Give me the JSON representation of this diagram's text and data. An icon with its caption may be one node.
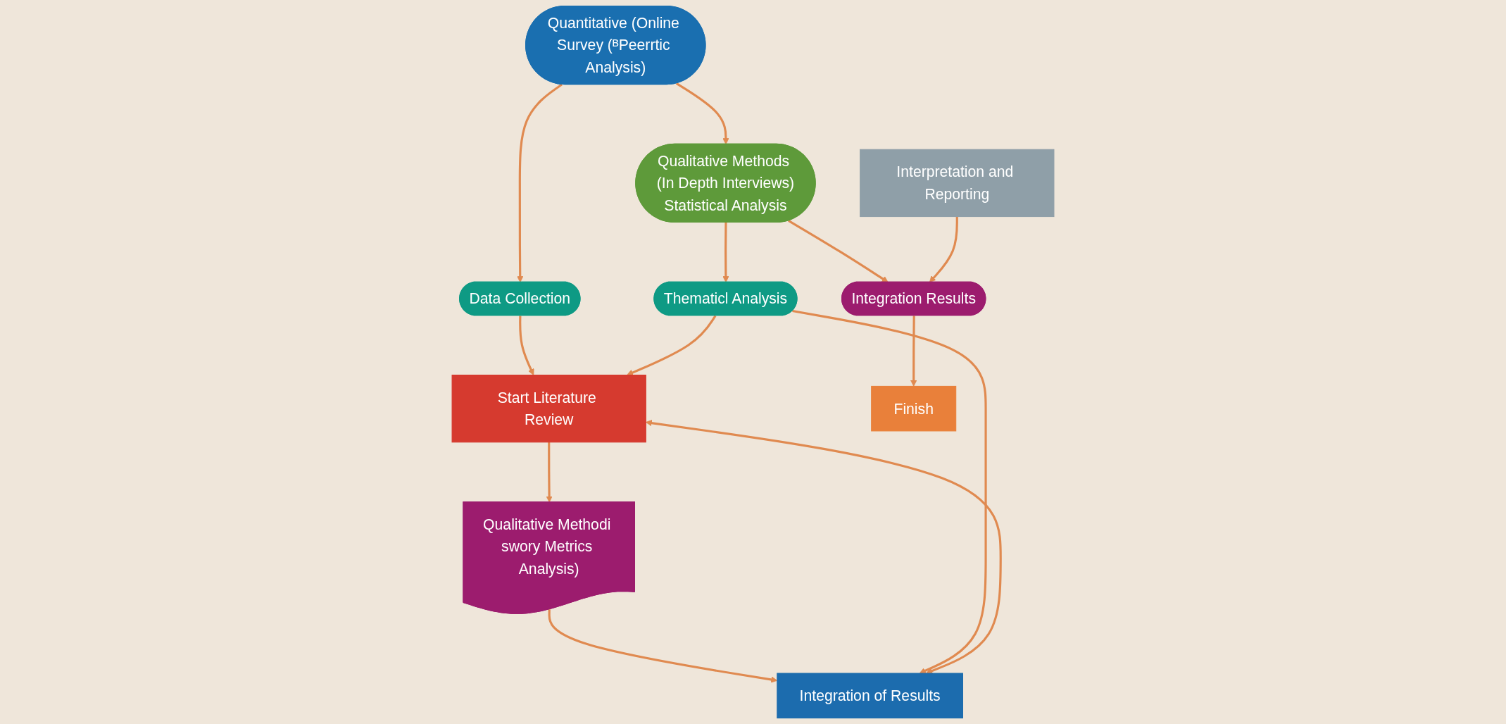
{
  "diagram": {
    "nodes": [
      {
        "text": [
          "Start Literature Review"
        ]
      },
      {
        "text": [
          "Data Collection"
        ]
      },
      {
        "text": [
          "Quantitative (Online Survey (ᴮPeerrtic Analysis)"
        ]
      },
      {
        "text": [
          "Finish"
        ]
      },
      {
        "text": [
          "Qualitative Methodi swory Metrics Analysis)"
        ]
      },
      {
        "text": [
          "Qualitative Methods (In Depth Interviews)",
          "Statistical Analysis"
        ]
      },
      {
        "text": [
          "Integration of Results"
        ]
      },
      {
        "text": [
          "Thematicl Analysis"
        ]
      },
      {
        "text": [
          "Integration Results"
        ]
      },
      {
        "text": [
          "Interpretation and Reporting"
        ]
      }
    ],
    "edges": [
      {
        "from": 1,
        "to": 0,
        "arrow": "to"
      },
      {
        "from": 0,
        "to": 4,
        "arrow": "to"
      },
      {
        "from": 4,
        "to": 6,
        "arrow": "to"
      },
      {
        "from": 6,
        "to": 0,
        "arrow": "both"
      },
      {
        "from": 2,
        "to": 1,
        "arrow": "to"
      },
      {
        "from": 2,
        "to": 5,
        "arrow": "to"
      },
      {
        "from": 5,
        "to": 7,
        "arrow": "to"
      },
      {
        "from": 7,
        "to": 6,
        "arrow": "to"
      },
      {
        "from": 7,
        "to": 0,
        "arrow": "to"
      },
      {
        "from": 5,
        "to": 8,
        "arrow": "to"
      },
      {
        "from": 9,
        "to": 8,
        "arrow": "to"
      },
      {
        "from": 8,
        "to": 3,
        "arrow": "to"
      }
    ]
  }
}
